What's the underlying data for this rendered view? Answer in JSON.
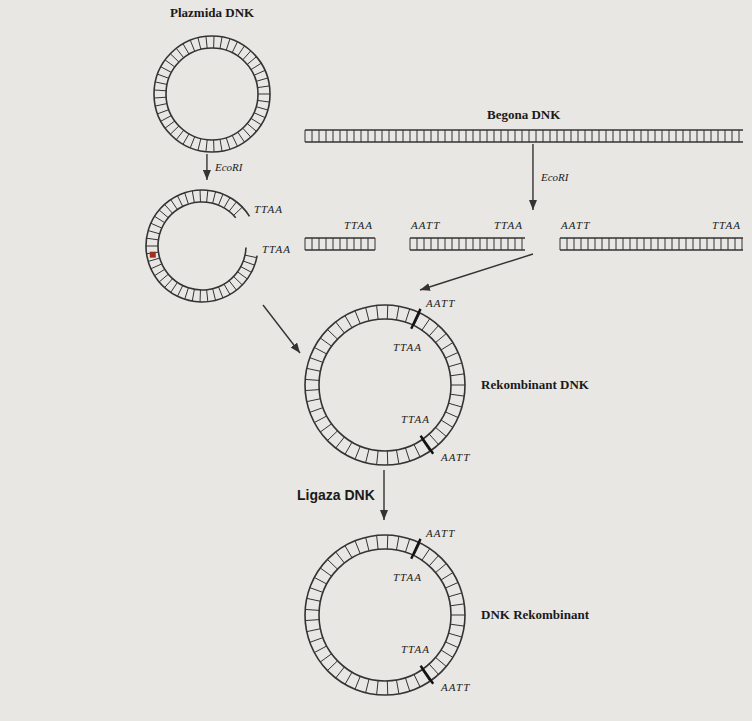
{
  "diagram": {
    "nodes": [
      {
        "text": [
          "Plazmida DNK"
        ]
      },
      {
        "text": [
          "Begona DNK"
        ]
      },
      {
        "text": [
          "TTAA",
          "TTAA"
        ]
      },
      {
        "text": [
          "TTAA",
          "AATT",
          "TTAA",
          "AATT",
          "TTAA"
        ]
      },
      {
        "text": [
          "AATT",
          "TTAA",
          "AATT",
          "TTAA",
          "Rekombinant DNK"
        ]
      },
      {
        "text": [
          "AATT",
          "TTAA",
          "AATT",
          "TTAA",
          "DNK Rekombinant"
        ]
      }
    ],
    "edges": [
      {
        "from": 0,
        "to": 2,
        "arrow": "to",
        "label": "EcoRI"
      },
      {
        "from": 1,
        "to": 3,
        "arrow": "to",
        "label": "EcoRI"
      },
      {
        "from": 2,
        "to": 4,
        "arrow": "to"
      },
      {
        "from": 3,
        "to": 4,
        "arrow": "to"
      },
      {
        "from": 4,
        "to": 5,
        "arrow": "to",
        "label": "Ligaza DNK"
      }
    ]
  }
}
